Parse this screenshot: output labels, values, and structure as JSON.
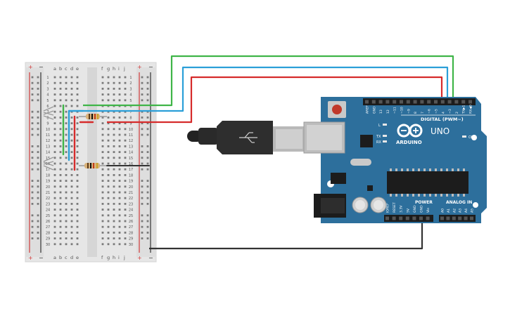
{
  "breadboard": {
    "rail_plus": "+",
    "rail_minus": "−",
    "col_labels_left": [
      "a",
      "b",
      "c",
      "d",
      "e"
    ],
    "col_labels_right": [
      "f",
      "g",
      "h",
      "i",
      "j"
    ],
    "row_count": 30
  },
  "arduino": {
    "brand": "ARDUINO",
    "model": "UNO",
    "digital_label": "DIGITAL (PWM~)",
    "power_label": "POWER",
    "analog_label": "ANALOG IN",
    "on_label": "ON",
    "l_label": "L",
    "tx_label": "TX",
    "rx_label": "RX",
    "digital_pins": [
      "AREF",
      "GND",
      "13",
      "12",
      "~11",
      "~10",
      "~9",
      "8",
      "7",
      "~6",
      "~5",
      "4",
      "~3",
      "2",
      "TX▶1",
      "RX◀0"
    ],
    "power_pins": [
      "IOREF",
      "RESET",
      "3.3V",
      "5V",
      "GND",
      "GND",
      "Vin"
    ],
    "analog_pins": [
      "A0",
      "A1",
      "A2",
      "A3",
      "A4",
      "A5"
    ]
  },
  "colors": {
    "board_blue": "#2d6f9c",
    "wire_green": "#3fb548",
    "wire_blue": "#2b9fd8",
    "wire_red": "#d62b2b",
    "wire_black": "#333333"
  }
}
